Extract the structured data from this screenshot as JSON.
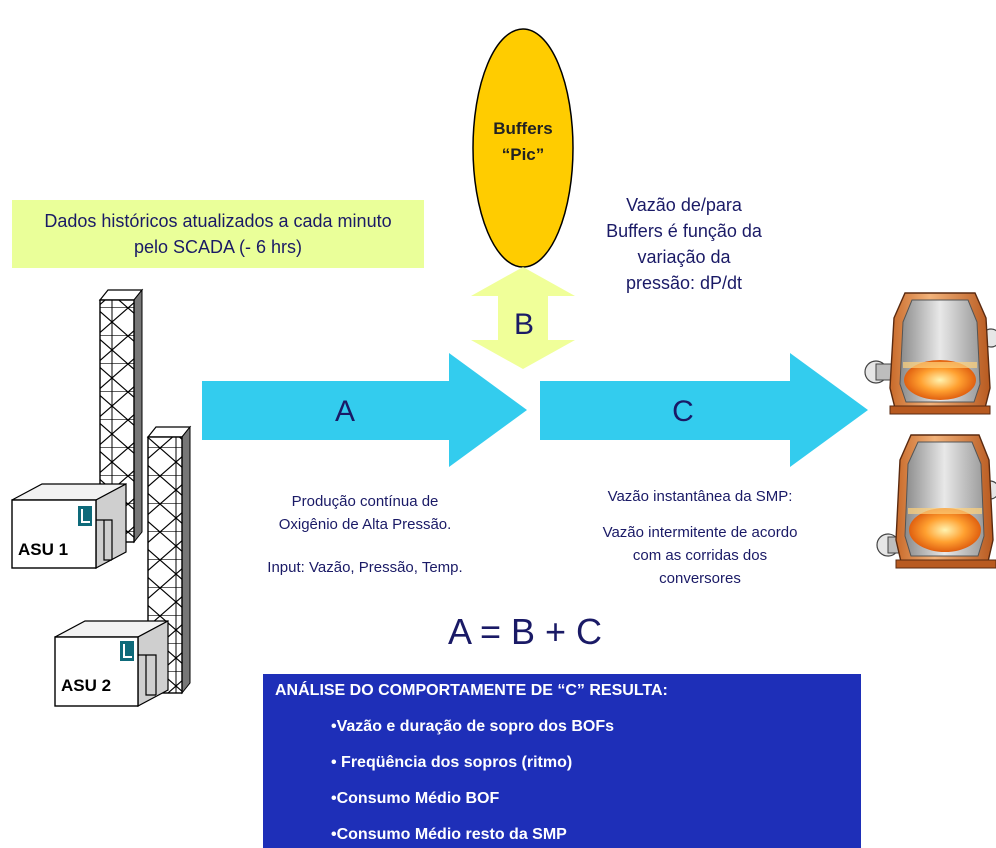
{
  "history_note": "Dados históricos atualizados a cada minuto pelo SCADA (- 6 hrs)",
  "buffer": {
    "line1": "Buffers",
    "line2": "“Pic”"
  },
  "arrow_labels": {
    "a": "A",
    "b": "B",
    "c": "C"
  },
  "buffer_flow_note": [
    "Vazão de/para",
    "Buffers é função da",
    "variação da",
    "pressão: dP/dt"
  ],
  "production_note": [
    "Produção contínua de",
    "Oxigênio de Alta Pressão."
  ],
  "input_note": "Input: Vazão, Pressão, Temp.",
  "smp_note_title": "Vazão instantânea da SMP:",
  "smp_note_body": [
    "Vazão intermitente de acordo",
    "com as corridas dos",
    "conversores"
  ],
  "equation": "A = B + C",
  "plants": [
    {
      "label": "ASU 1"
    },
    {
      "label": "ASU 2"
    }
  ],
  "analysis": {
    "heading": "ANÁLISE DO COMPORTAMENTE DE “C” RESULTA:",
    "items": [
      "•Vazão e duração de sopro dos BOFs",
      "• Freqüência dos sopros (ritmo)",
      "•Consumo Médio BOF",
      "•Consumo Médio resto da SMP"
    ]
  },
  "colors": {
    "arrow": "#33ccee",
    "buffer_fill": "#ffcc00",
    "double_arrow": "#f0ff99",
    "note_bg": "#eaff99",
    "analysis_bg": "#1e2fb8",
    "text": "#1a1a66"
  }
}
